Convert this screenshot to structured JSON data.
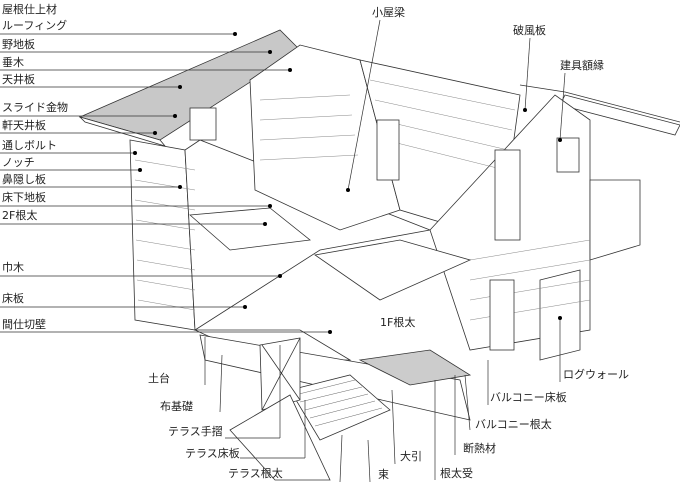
{
  "left_labels": [
    "屋根仕上材",
    "ルーフィング",
    "野地板",
    "垂木",
    "天井板",
    "スライド金物",
    "軒天井板",
    "通しボルト",
    "ノッチ",
    "鼻隠し板",
    "床下地板",
    "2F根太",
    "巾木",
    "床板",
    "間仕切壁"
  ],
  "top_labels": {
    "koyabari": "小屋梁",
    "hafuita": "破風板",
    "tategu": "建具額縁"
  },
  "right_labels": {
    "logwall": "ログウォール",
    "balcony_floor": "バルコニー床板",
    "balcony_joist": "バルコニー根太",
    "insulation": "断熱材",
    "joist_receiver": "根太受",
    "obiki": "大引",
    "tsuka": "束",
    "first_floor_joist": "1F根太"
  },
  "bottom_labels": {
    "dodai": "土台",
    "nunokiso": "布基礎",
    "terrace_rail": "テラス手摺",
    "terrace_floor": "テラス床板",
    "terrace_joist": "テラス根太"
  }
}
